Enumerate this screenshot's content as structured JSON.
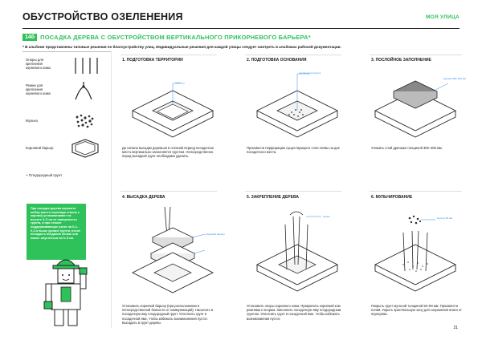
{
  "header": {
    "title": "ОБУСТРОЙСТВО ОЗЕЛЕНЕНИЯ",
    "brand": "МОЯ УЛИЦА"
  },
  "section": {
    "number": "14б",
    "title": "ПОСАДКА ДЕРЕВА С ОБУСТРОЙСТВОМ ВЕРТИКАЛЬНОГО ПРИКОРНЕВОГО БАРЬЕРА*",
    "note": "* В альбоме представлены типовые решения по благоустройству улиц. Индивидуальные решения для каждой улицы следует смотреть в альбомах рабочей документации."
  },
  "legend": {
    "items": [
      {
        "label": "Опоры для крепления корневого кома",
        "icon": "stakes-icon"
      },
      {
        "label": "Ремни для крепления корневого кома",
        "icon": "straps-icon"
      },
      {
        "label": "Мульча",
        "icon": "mulch-icon"
      },
      {
        "label": "Корневой барьер",
        "icon": "root-barrier-icon"
      }
    ],
    "extra": "+ Плодородный грунт"
  },
  "callout": {
    "text": "При посадке дерева корнепте шейку (место перехода ствола к корням) устанавливают на высоте 3–5 см от поверхности грунта, а при стволе поддерживающих узлах на 0,2–0,3 м выше уровня грунта, после посадки и оседания почвы она может опуститься на 3–5 см."
  },
  "steps": [
    {
      "num": "1.",
      "title": "ПОДГОТОВКА ТЕРРИТОРИИ",
      "desc": "До начала высадки деревьев в осенний период посадочное место вертикально заполняется грунтом. Непосредственно перед высадкой грунт необходимо удалить.",
      "ann": "грунт"
    },
    {
      "num": "2.",
      "title": "ПОДГОТОВКА ОСНОВАНИЯ",
      "desc": "Произвести перфорацию существующего слоя почвы на дне посадочного места.",
      "ann": "перфорация грунта"
    },
    {
      "num": "3.",
      "title": "ПОСЛОЙНОЕ ЗАПОЛНЕНИЕ",
      "desc": "Уложить слой дренажа толщиной 300–300 мм.",
      "ann": "дренаж 300–300 мм"
    },
    {
      "num": "4.",
      "title": "ВЫСАДКА ДЕРЕВА",
      "desc": "Установить корневой барьер (при расположении в непосредственной близости от коммуникаций). Насыпать в посадочную яму плодородный грунт. Уплотнить грунт в посадочной яме, чтобы избежать возникновения пустот. Высадить в грунт дерево.",
      "ann": "корневой барьер"
    },
    {
      "num": "5.",
      "title": "ЗАКРЕПЛЕНИЕ ДЕРЕВА",
      "desc": "Установить опоры корневого кома. Прикрепить корневой ком ремнями к опорам. Заполнить посадочную яму плодородным грунтом. Уплотнить грунт в посадочной яме, чтобы избежать возникновения пустот.",
      "ann": "ремни"
    },
    {
      "num": "6.",
      "title": "МУЛЬЧИРОВАНИЕ",
      "desc": "Покрыть грунт мульчой толщиной 50–80 мм. Произвести полив. Укрыть приствольную зону для сохранения влаги от перегрева.",
      "ann": "мульча 50 мм"
    }
  ],
  "page": {
    "number": "21"
  },
  "colors": {
    "accent": "#2fc25a",
    "annotation": "#2f8ef2",
    "text": "#1a1a1a"
  }
}
